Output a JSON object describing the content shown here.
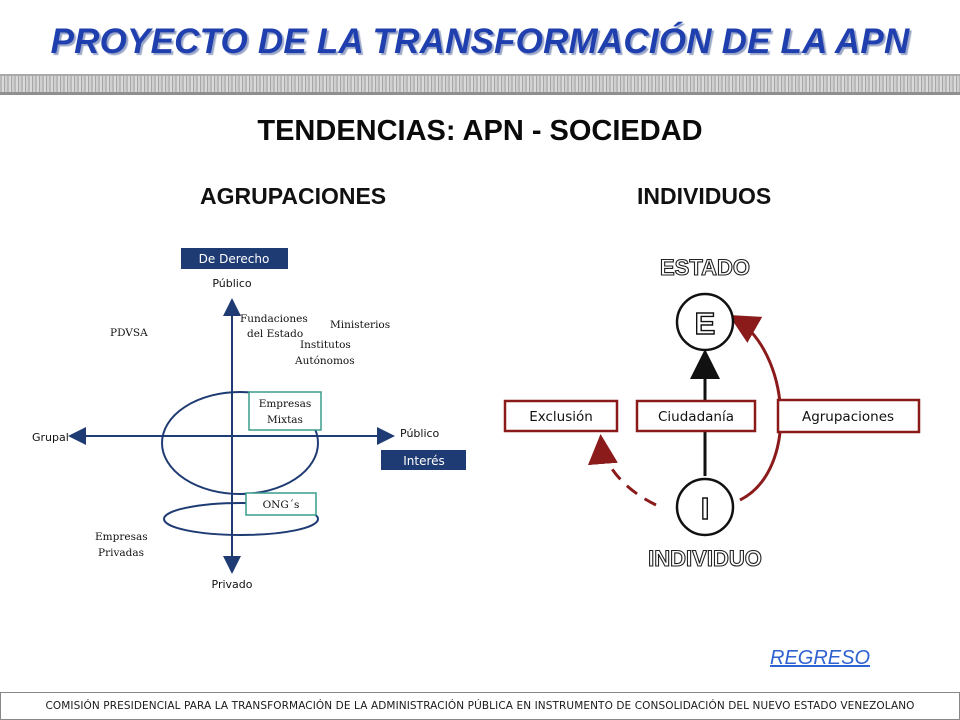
{
  "header": {
    "title": "PROYECTO DE LA TRANSFORMACIÓN DE LA APN",
    "subtitle": "TENDENCIAS: APN - SOCIEDAD"
  },
  "columns": {
    "left_heading": "AGRUPACIONES",
    "right_heading": "INDIVIDUOS"
  },
  "left_diagram": {
    "top_box": "De Derecho",
    "axis_top": "Público",
    "axis_bottom": "Privado",
    "axis_left": "Grupal",
    "axis_right": "Público",
    "right_box": "Interés",
    "labels": {
      "pdvsa": "PDVSA",
      "fundaciones_1": "Fundaciones",
      "fundaciones_2": "del Estado",
      "ministerios": "Ministerios",
      "institutos_1": "Institutos",
      "institutos_2": "Autónomos",
      "empresas_privadas_1": "Empresas",
      "empresas_privadas_2": "Privadas"
    },
    "box_mixtas_1": "Empresas",
    "box_mixtas_2": "Mixtas",
    "box_ongs": "ONG´s"
  },
  "right_diagram": {
    "top_label": "ESTADO",
    "top_circle": "E",
    "bottom_circle": "I",
    "bottom_label": "INDIVIDUO",
    "box_exclusion": "Exclusión",
    "box_ciudadania": "Ciudadanía",
    "box_agrupaciones": "Agrupaciones"
  },
  "colors": {
    "title_blue": "#1f3fae",
    "dark_red": "#8b1a1a",
    "navy_box": "#1f3b73",
    "link_blue": "#2e62d1"
  },
  "nav": {
    "back_link": "REGRESO"
  },
  "footer": {
    "text": "COMISIÓN PRESIDENCIAL PARA LA TRANSFORMACIÓN DE LA ADMINISTRACIÓN PÚBLICA EN INSTRUMENTO DE CONSOLIDACIÓN DEL NUEVO ESTADO VENEZOLANO"
  }
}
